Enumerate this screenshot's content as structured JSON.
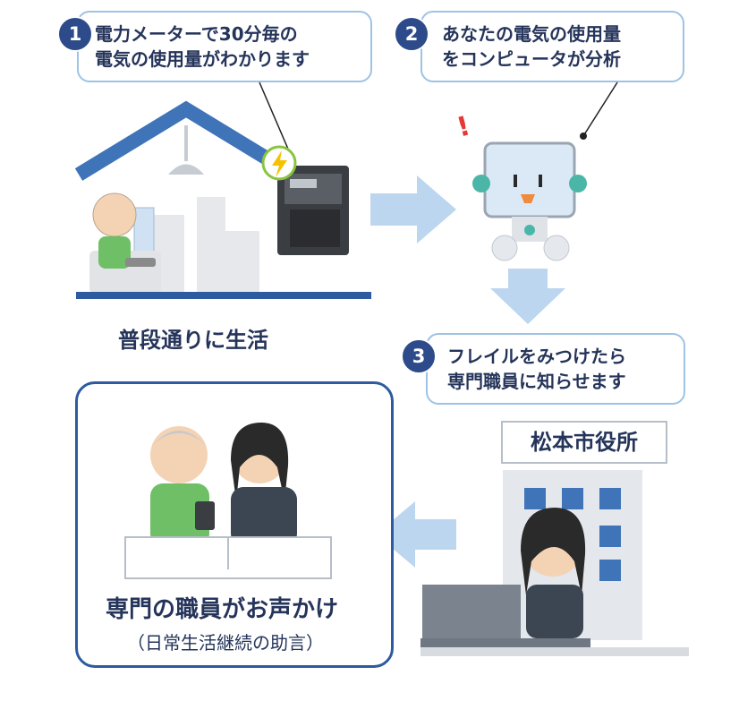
{
  "steps": [
    {
      "number": "1",
      "line1": "電力メーターで30分毎の",
      "line2": "電気の使用量がわかります"
    },
    {
      "number": "2",
      "line1": "あなたの電気の使用量",
      "line2": "をコンピュータが分析"
    },
    {
      "number": "3",
      "line1": "フレイルをみつけたら",
      "line2": "専門職員に知らせます"
    }
  ],
  "labels": {
    "daily_life": "普段通りに生活",
    "city_hall": "松本市役所",
    "advice_title": "専門の職員がお声かけ",
    "advice_sub": "（日常生活継続の助言）",
    "alert_mark": "！"
  },
  "colors": {
    "step_circle": "#2d4a8a",
    "box_border": "#9fc3e4",
    "arrow": "#bcd6ef",
    "house_roof": "#3f74b8",
    "house_floor": "#2e5aa0",
    "meter_badge": "#f6c200"
  }
}
